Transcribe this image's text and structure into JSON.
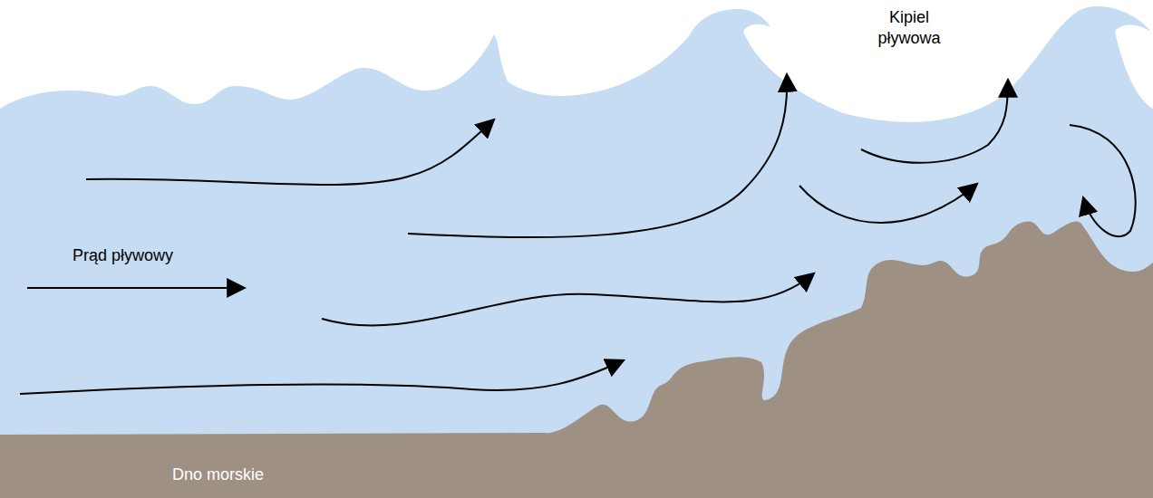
{
  "diagram": {
    "labels": [
      "Kipiel pływowa",
      "Prąd pływowy",
      "Dno morskie"
    ]
  }
}
